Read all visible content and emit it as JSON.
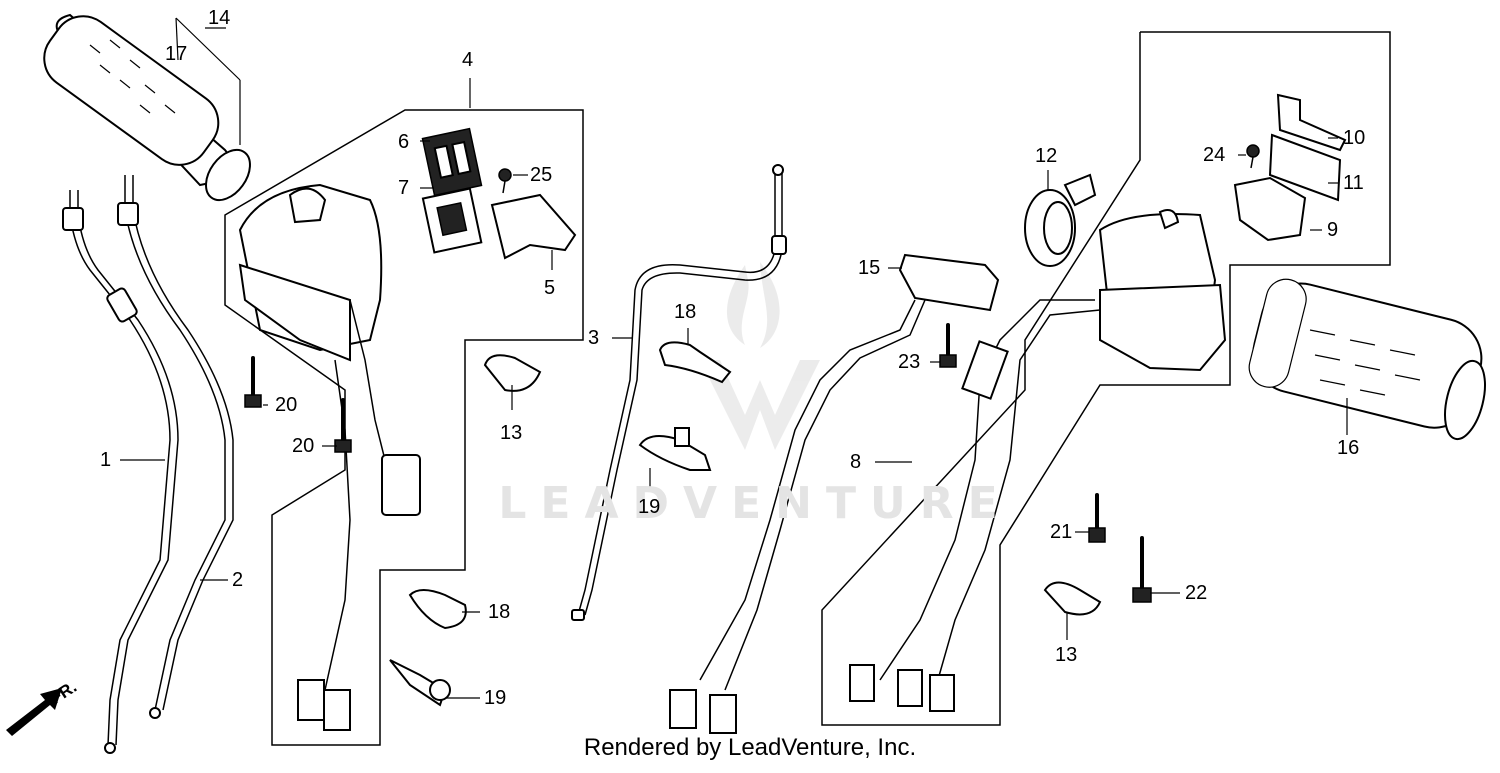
{
  "diagram": {
    "callouts": [
      {
        "id": "c1",
        "text": "1"
      },
      {
        "id": "c2",
        "text": "2"
      },
      {
        "id": "c3",
        "text": "3"
      },
      {
        "id": "c4",
        "text": "4"
      },
      {
        "id": "c5",
        "text": "5"
      },
      {
        "id": "c6",
        "text": "6"
      },
      {
        "id": "c7",
        "text": "7"
      },
      {
        "id": "c8",
        "text": "8"
      },
      {
        "id": "c9",
        "text": "9"
      },
      {
        "id": "c10",
        "text": "10"
      },
      {
        "id": "c11",
        "text": "11"
      },
      {
        "id": "c12",
        "text": "12"
      },
      {
        "id": "c13a",
        "text": "13"
      },
      {
        "id": "c13b",
        "text": "13"
      },
      {
        "id": "c14",
        "text": "14"
      },
      {
        "id": "c15",
        "text": "15"
      },
      {
        "id": "c16",
        "text": "16"
      },
      {
        "id": "c17",
        "text": "17"
      },
      {
        "id": "c18a",
        "text": "18"
      },
      {
        "id": "c18b",
        "text": "18"
      },
      {
        "id": "c19a",
        "text": "19"
      },
      {
        "id": "c19b",
        "text": "19"
      },
      {
        "id": "c20a",
        "text": "20"
      },
      {
        "id": "c20b",
        "text": "20"
      },
      {
        "id": "c21",
        "text": "21"
      },
      {
        "id": "c22",
        "text": "22"
      },
      {
        "id": "c23",
        "text": "23"
      },
      {
        "id": "c24",
        "text": "24"
      },
      {
        "id": "c25",
        "text": "25"
      }
    ],
    "direction_label": "FR.",
    "watermark": "LEADVENTURE",
    "credit": "Rendered by LeadVenture, Inc."
  }
}
